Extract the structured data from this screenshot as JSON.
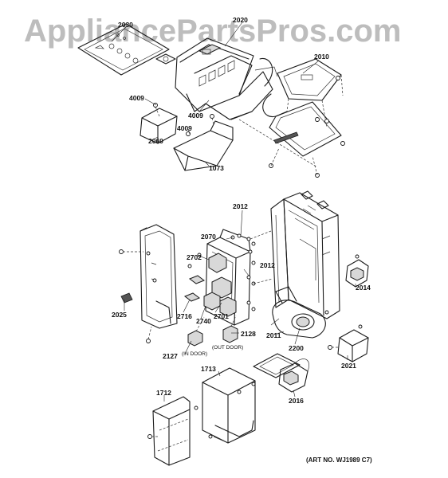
{
  "watermark": "AppliancePartsPros.com",
  "art_number": "(ART NO. WJ1989 C7)",
  "callouts": {
    "c2030": "2030",
    "c2020": "2020",
    "c2010": "2010",
    "c4009a": "4009",
    "c4009b": "4009",
    "c4009c": "4009",
    "c2060": "2060",
    "c1073": "1073",
    "c2012a": "2012",
    "c2012b": "2012",
    "c2070": "2070",
    "c2702": "2702",
    "c2014": "2014",
    "c2025": "2025",
    "c2716": "2716",
    "c2740": "2740",
    "c2701": "2701",
    "c2128": "2128",
    "c2011": "2011",
    "c2200": "2200",
    "c2021": "2021",
    "c2127": "2127",
    "c2016": "2016",
    "c1713": "1713",
    "c1712": "1712"
  },
  "notes": {
    "in_door": "(IN DOOR)",
    "out_door": "(OUT DOOR)"
  }
}
